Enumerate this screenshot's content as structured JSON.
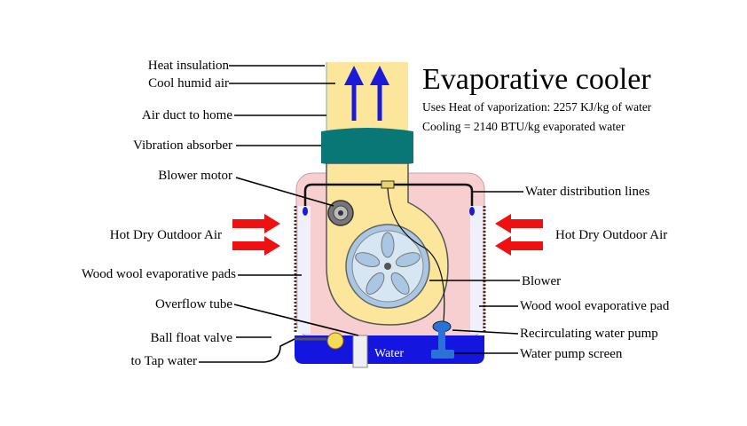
{
  "title": "Evaporative cooler",
  "subtitle_lines": [
    "Uses Heat of vaporization: 2257 KJ/kg of water",
    "Cooling = 2140 BTU/kg evaporated water"
  ],
  "labels": {
    "heat_insulation": "Heat insulation",
    "cool_humid_air": "Cool humid air",
    "air_duct": "Air duct to home",
    "vibration_absorber": "Vibration absorber",
    "blower_motor": "Blower motor",
    "water_distribution": "Water distribution lines",
    "hot_air_left": "Hot Dry Outdoor Air",
    "hot_air_right": "Hot Dry Outdoor Air",
    "pads_left": "Wood wool evaporative pads",
    "blower": "Blower",
    "pad_right": "Wood wool evaporative pad",
    "overflow_tube": "Overflow tube",
    "ball_float_valve": "Ball float valve",
    "recirculating_pump": "Recirculating water pump",
    "tap_water": "to Tap water",
    "pump_screen": "Water pump screen",
    "water": "Water"
  },
  "colors": {
    "duct_yellow": "#fbe69b",
    "housing_pink": "#f8cfd0",
    "absorber_teal": "#0a7777",
    "water_blue": "#1515e0",
    "air_arrow_blue": "#1a1ad8",
    "hot_arrow_red": "#ee1111",
    "fan_blue": "#a9c7e3",
    "pump_blue": "#2a72d6",
    "float_yellow": "#f4dc58"
  }
}
